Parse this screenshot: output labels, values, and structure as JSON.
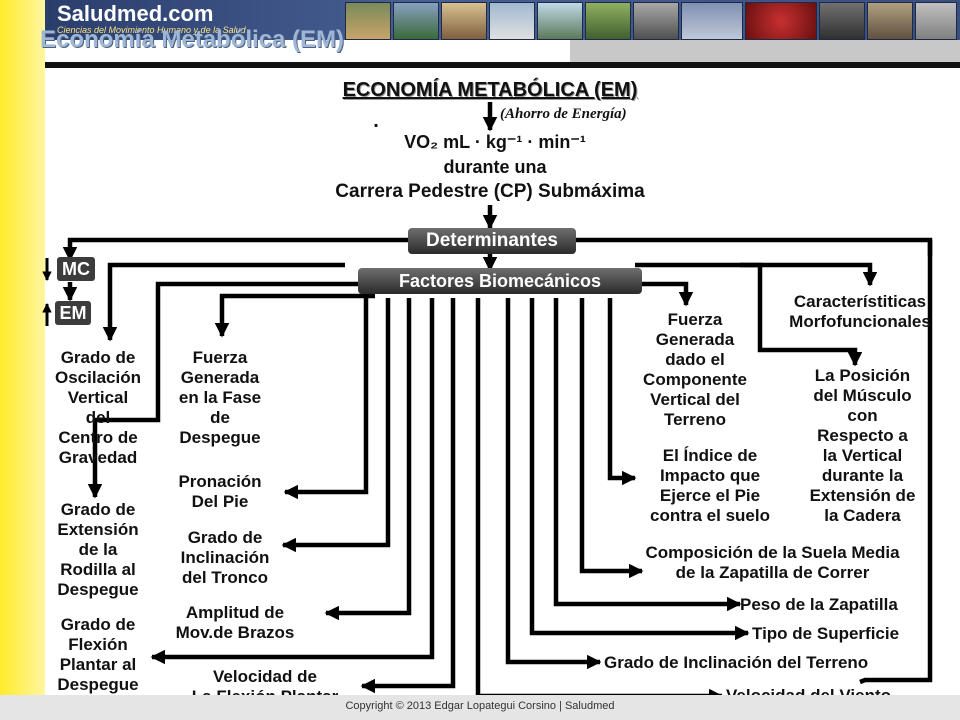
{
  "header": {
    "brand": "Saludmed.com",
    "tagline": "Ciencias del Movimiento Humano y de la Salud",
    "slide_title": "Economía Metabólica (EM)"
  },
  "diagram": {
    "main_title": "ECONOMÍA METABÓLICA (EM)",
    "subtitle": "(Ahorro de Energía)",
    "vo2_label": "VO₂ mL · kg⁻¹ · min⁻¹",
    "vo2_dot": ".",
    "during": "durante una",
    "activity": "Carrera Pedestre (CP) Submáxima",
    "determinants": "Determinantes",
    "biomech": "Factores Biomecánicos",
    "mc": "MC",
    "em": "EM",
    "left_factors": [
      "Grado de\nOscilación\nVertical\ndel\nCentro de\nGravedad",
      "Grado de\nExtensión\nde la\nRodilla al\nDespegue",
      "Grado de\nFlexión\nPlantar al\nDespegue"
    ],
    "mid_factors": [
      "Fuerza\nGenerada\nen la Fase\nde\nDespegue",
      "Pronación\nDel Pie",
      "Grado de\nInclinación\ndel Tronco",
      "Amplitud de\nMov.de Brazos",
      "Velocidad de\nLa Flexión Plantar"
    ],
    "right_factors": [
      "Fuerza\nGenerada\ndado el\nComponente\nVertical del\nTerreno",
      "El Índice de\nImpacto que\nEjerce el Pie\ncontra el suelo",
      "Composición de la Suela Media\nde la Zapatilla de Correr",
      "Peso de la Zapatilla",
      "Tipo  de Superficie",
      "Grado de Inclinación del Terreno",
      "Velocidad del Viento"
    ],
    "morpho_title": "Característiticas\nMorfofuncionales",
    "morpho_item": "La Posición\ndel Músculo\ncon\nRespecto a\nla Vertical\ndurante la\nExtensión de\nla Cadera"
  },
  "footer": {
    "copyright": "Copyright © 2013 Edgar Lopategui Corsino | Saludmed"
  },
  "colors": {
    "banner": "#2a3e6c",
    "left_bar": "#ffeb2a",
    "lines": "#000000"
  }
}
